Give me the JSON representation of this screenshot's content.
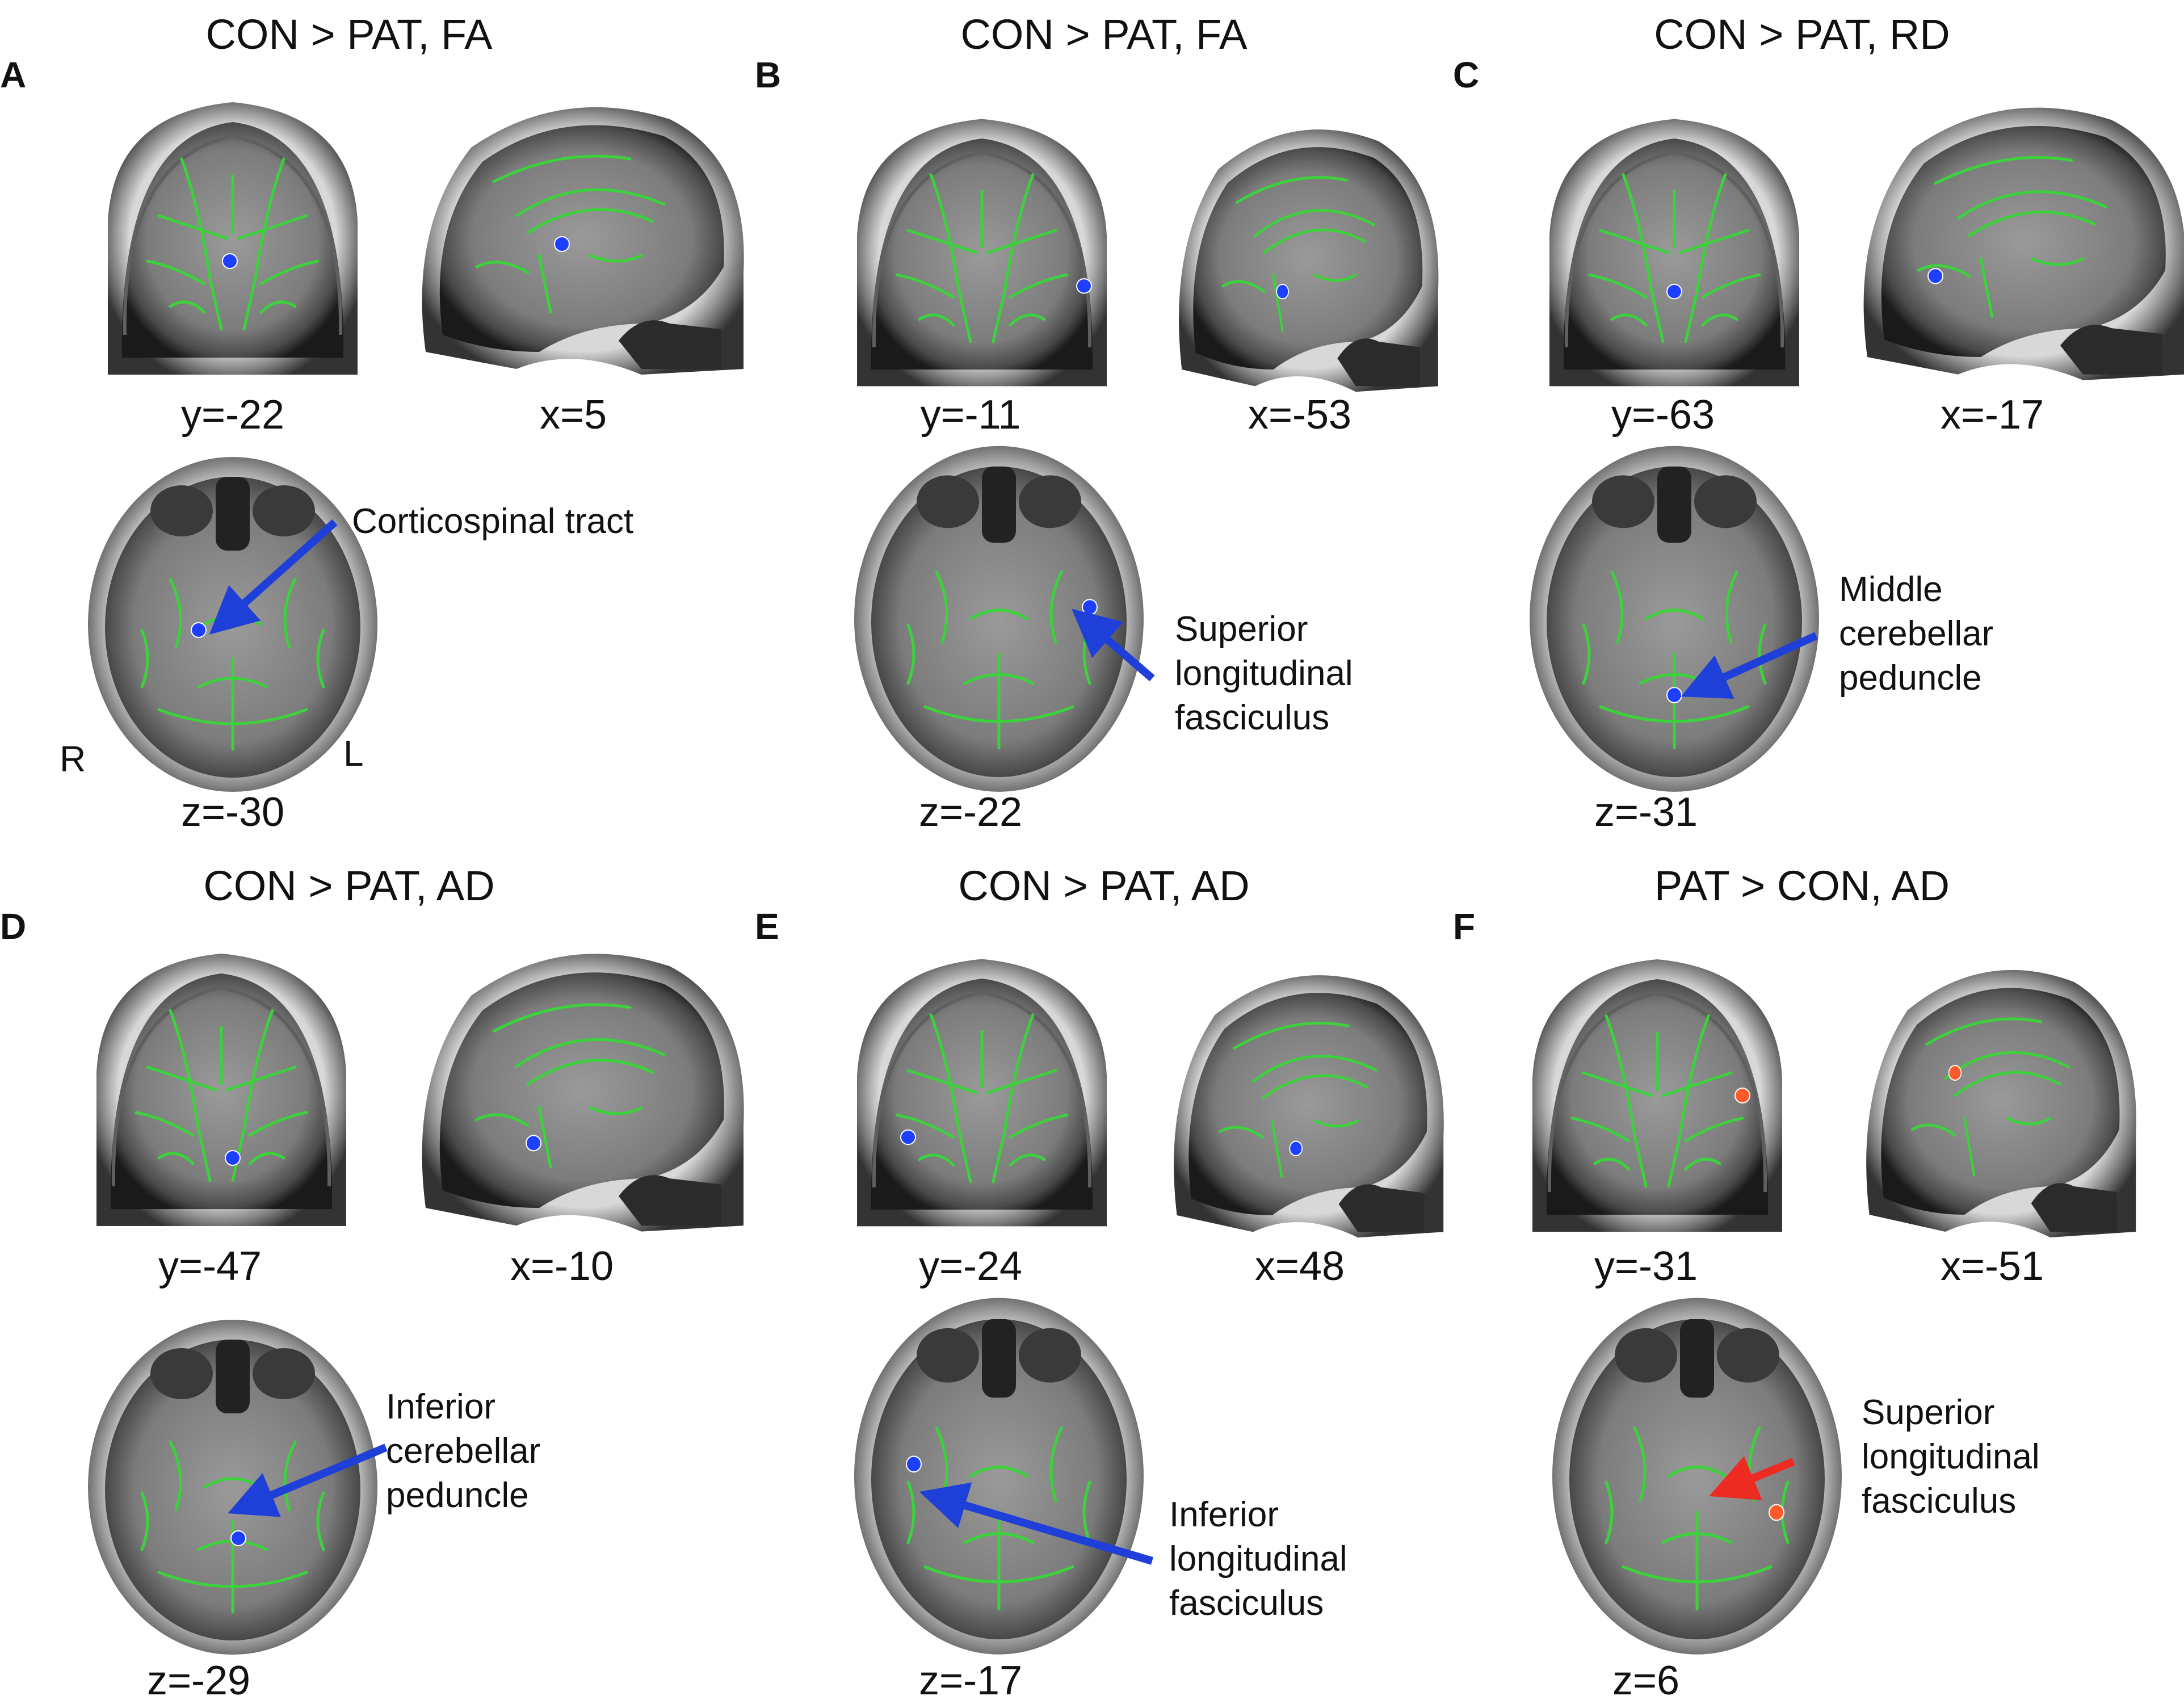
{
  "colors": {
    "tract": "#3bd23b",
    "blue_cluster": "#1f3fff",
    "red_cluster": "#ff5a2a",
    "arrow_blue": "#1f3fd9",
    "arrow_red": "#ee2b22"
  },
  "orientation": {
    "right": "R",
    "left": "L"
  },
  "panels": [
    {
      "letter": "A",
      "title": "CON > PAT, FA",
      "coronal": "y=-22",
      "sagittal": "x=5",
      "axial": "z=-30",
      "label_lines": [
        "Corticospinal tract"
      ],
      "cluster": "blue"
    },
    {
      "letter": "B",
      "title": "CON > PAT, FA",
      "coronal": "y=-11",
      "sagittal": "x=-53",
      "axial": "z=-22",
      "label_lines": [
        "Superior",
        "longitudinal",
        "fasciculus"
      ],
      "cluster": "blue"
    },
    {
      "letter": "C",
      "title": "CON > PAT, RD",
      "coronal": "y=-63",
      "sagittal": "x=-17",
      "axial": "z=-31",
      "label_lines": [
        "Middle",
        "cerebellar",
        "peduncle"
      ],
      "cluster": "blue"
    },
    {
      "letter": "D",
      "title": "CON > PAT, AD",
      "coronal": "y=-47",
      "sagittal": "x=-10",
      "axial": "z=-29",
      "label_lines": [
        "Inferior",
        "cerebellar",
        "peduncle"
      ],
      "cluster": "blue"
    },
    {
      "letter": "E",
      "title": "CON > PAT, AD",
      "coronal": "y=-24",
      "sagittal": "x=48",
      "axial": "z=-17",
      "label_lines": [
        "Inferior",
        "longitudinal",
        "fasciculus"
      ],
      "cluster": "blue"
    },
    {
      "letter": "F",
      "title": "PAT > CON, AD",
      "coronal": "y=-31",
      "sagittal": "x=-51",
      "axial": "z=6",
      "label_lines": [
        "Superior",
        "longitudinal",
        "fasciculus"
      ],
      "cluster": "red"
    }
  ]
}
